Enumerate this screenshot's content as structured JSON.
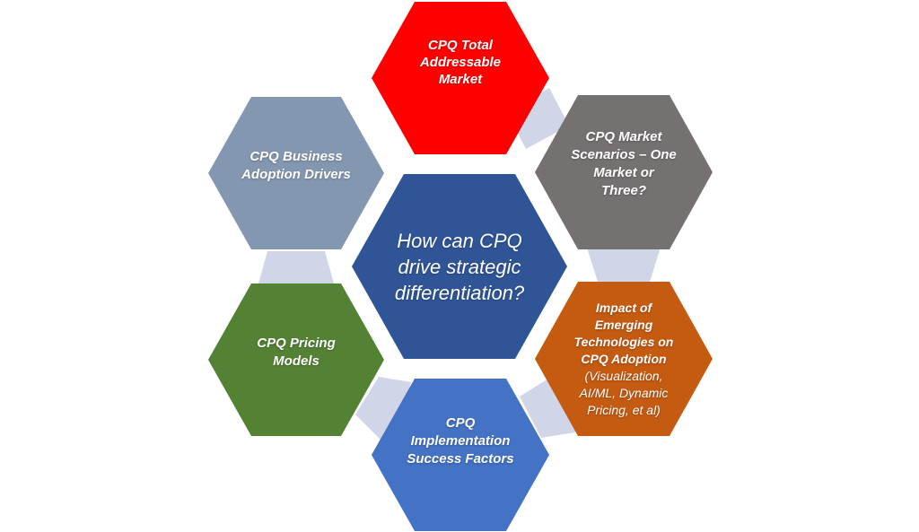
{
  "diagram": {
    "center": {
      "lines": [
        "How can CPQ",
        "drive strategic",
        "differentiation?"
      ],
      "color": "#2F5597"
    },
    "nodes": [
      {
        "id": "tam",
        "lines": [
          "CPQ Total",
          "Addressable",
          "Market"
        ],
        "color": "#FF0000"
      },
      {
        "id": "scenarios",
        "lines": [
          "CPQ Market",
          "Scenarios – One",
          "Market or",
          "Three?"
        ],
        "color": "#767171"
      },
      {
        "id": "emerging",
        "lines": [
          "Impact of",
          "Emerging",
          "Technologies on",
          "CPQ Adoption"
        ],
        "sublines": [
          "(Visualization,",
          "AI/ML, Dynamic",
          "Pricing, et al)"
        ],
        "color": "#C55A11"
      },
      {
        "id": "implementation",
        "lines": [
          "CPQ",
          "Implementation",
          "Success Factors"
        ],
        "color": "#4472C4"
      },
      {
        "id": "pricing",
        "lines": [
          "CPQ Pricing",
          "Models"
        ],
        "color": "#548235"
      },
      {
        "id": "adoption",
        "lines": [
          "CPQ Business",
          "Adoption Drivers"
        ],
        "color": "#8497B0"
      }
    ],
    "connector_color": "#D0D5E8"
  }
}
